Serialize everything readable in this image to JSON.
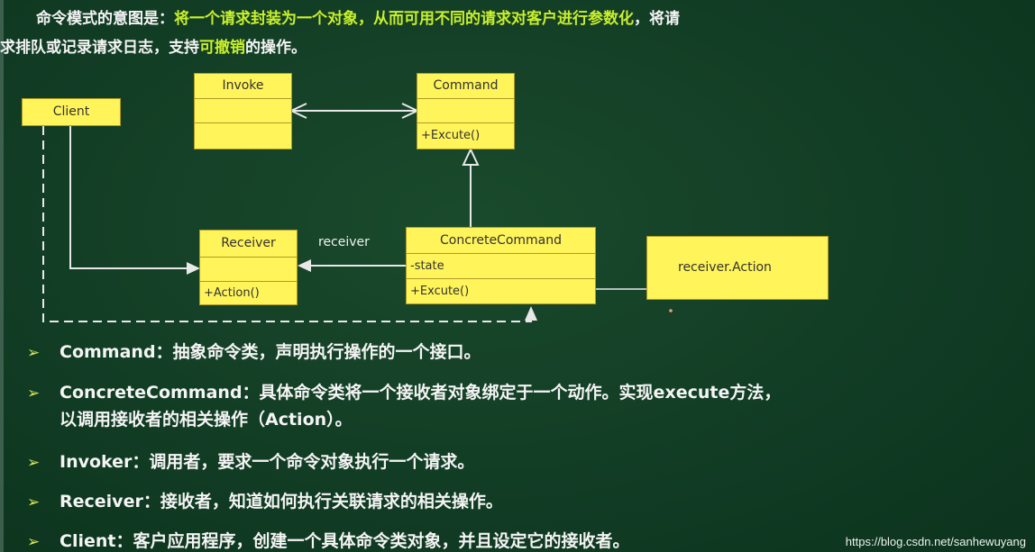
{
  "intro": {
    "line1_prefix": "命令模式的意图是：",
    "line1_highlight": "将一个请求封装为一个对象，从而可用不同的请求对客户进行参数化",
    "line1_suffix": "，将请",
    "line2_prefix": "求排队或记录请求日志，支持",
    "line2_highlight": "可撤销",
    "line2_suffix": "的操作。"
  },
  "diagram": {
    "client": {
      "name": "Client"
    },
    "invoke": {
      "name": "Invoke"
    },
    "command": {
      "name": "Command",
      "method": "+Excute()"
    },
    "receiver": {
      "name": "Receiver",
      "method": "+Action()"
    },
    "concrete": {
      "name": "ConcreteCommand",
      "attribute": "-state",
      "method": "+Excute()"
    },
    "note": {
      "text": "receiver.Action"
    },
    "assoc_label": "receiver"
  },
  "bullets": [
    {
      "text": "Command：抽象命令类，声明执行操作的一个接口。"
    },
    {
      "text": "ConcreteCommand：具体命令类将一个接收者对象绑定于一个动作。实现execute方法，",
      "cont": "以调用接收者的相关操作（Action）。"
    },
    {
      "text": "Invoker：调用者，要求一个命令对象执行一个请求。"
    },
    {
      "text": "Receiver：接收者，知道如何执行关联请求的相关操作。"
    },
    {
      "text": "Client：客户应用程序，创建一个具体命令类对象，并且设定它的接收者。"
    }
  ],
  "watermark": "https://blog.csdn.net/sanhewuyang"
}
